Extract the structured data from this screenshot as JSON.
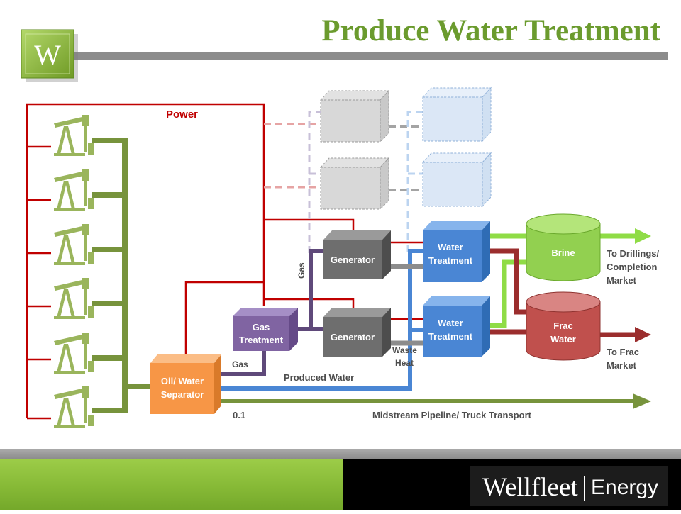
{
  "slide": {
    "title": "Produce Water Treatment",
    "logo_letter": "W"
  },
  "diagram": {
    "power_label": "Power",
    "separator": [
      "Oil/ Water",
      "Separator"
    ],
    "gas_treatment": [
      "Gas",
      "Treatment"
    ],
    "generators": [
      "Generator",
      "Generator"
    ],
    "water_treatment": [
      "Water",
      "Treatment"
    ],
    "brine": "Brine",
    "frac_water": [
      "Frac",
      "Water"
    ],
    "gas_vertical": "Gas",
    "gas_label": "Gas",
    "produced_water": "Produced Water",
    "waste_heat": [
      "Waste",
      "Heat"
    ],
    "midstream": "Midstream Pipeline/ Truck Transport",
    "pipeline_value": "0.1",
    "to_drillings": [
      "To Drillings/",
      "Completion",
      "Market"
    ],
    "to_frac": [
      "To Frac",
      "Market"
    ]
  },
  "footer": {
    "brand_name": "Wellfleet",
    "brand_suffix": "Energy"
  },
  "colors": {
    "title_green": "#6b9b2e",
    "power_red": "#c00000",
    "green_pipe": "#77933c",
    "gas_purple": "#5f497a",
    "water_blue": "#4a86d4",
    "brine_green": "#8fdc46",
    "frac_red": "#9b2d2d",
    "generator_gray": "#6e6e6e",
    "separator_orange": "#f79646",
    "gas_box_purple": "#8064a2"
  }
}
